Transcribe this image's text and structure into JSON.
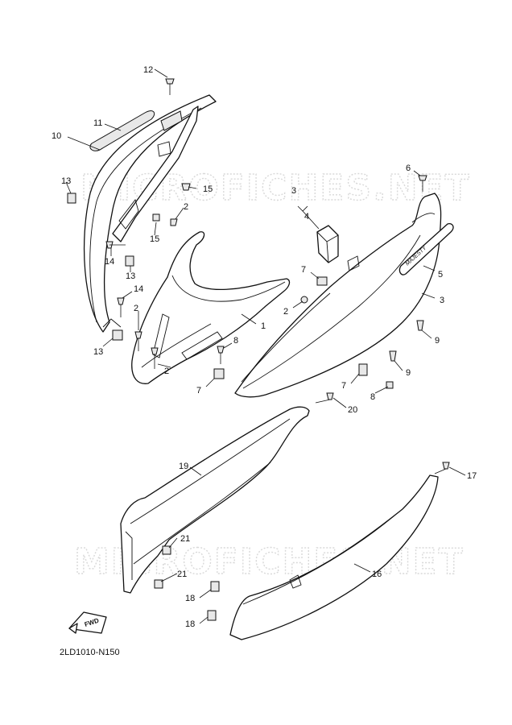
{
  "diagram": {
    "drawing_code": "2LD1010-N150",
    "watermark": "MICROFICHES.NET",
    "fwd_label": "FWD",
    "brand_mark": "MAJESTY",
    "callouts": [
      {
        "id": "c1",
        "label": "1"
      },
      {
        "id": "c2a",
        "label": "2"
      },
      {
        "id": "c2b",
        "label": "2"
      },
      {
        "id": "c2c",
        "label": "2"
      },
      {
        "id": "c2d",
        "label": "2"
      },
      {
        "id": "c3a",
        "label": "3"
      },
      {
        "id": "c3b",
        "label": "3"
      },
      {
        "id": "c4",
        "label": "4"
      },
      {
        "id": "c5",
        "label": "5"
      },
      {
        "id": "c6",
        "label": "6"
      },
      {
        "id": "c7a",
        "label": "7"
      },
      {
        "id": "c7b",
        "label": "7"
      },
      {
        "id": "c7c",
        "label": "7"
      },
      {
        "id": "c8a",
        "label": "8"
      },
      {
        "id": "c8b",
        "label": "8"
      },
      {
        "id": "c9a",
        "label": "9"
      },
      {
        "id": "c9b",
        "label": "9"
      },
      {
        "id": "c10",
        "label": "10"
      },
      {
        "id": "c11",
        "label": "11"
      },
      {
        "id": "c12",
        "label": "12"
      },
      {
        "id": "c13a",
        "label": "13"
      },
      {
        "id": "c13b",
        "label": "13"
      },
      {
        "id": "c13c",
        "label": "13"
      },
      {
        "id": "c14a",
        "label": "14"
      },
      {
        "id": "c14b",
        "label": "14"
      },
      {
        "id": "c15a",
        "label": "15"
      },
      {
        "id": "c15b",
        "label": "15"
      },
      {
        "id": "c16",
        "label": "16"
      },
      {
        "id": "c17",
        "label": "17"
      },
      {
        "id": "c18a",
        "label": "18"
      },
      {
        "id": "c18b",
        "label": "18"
      },
      {
        "id": "c19",
        "label": "19"
      },
      {
        "id": "c20",
        "label": "20"
      },
      {
        "id": "c21a",
        "label": "21"
      },
      {
        "id": "c21b",
        "label": "21"
      }
    ]
  }
}
